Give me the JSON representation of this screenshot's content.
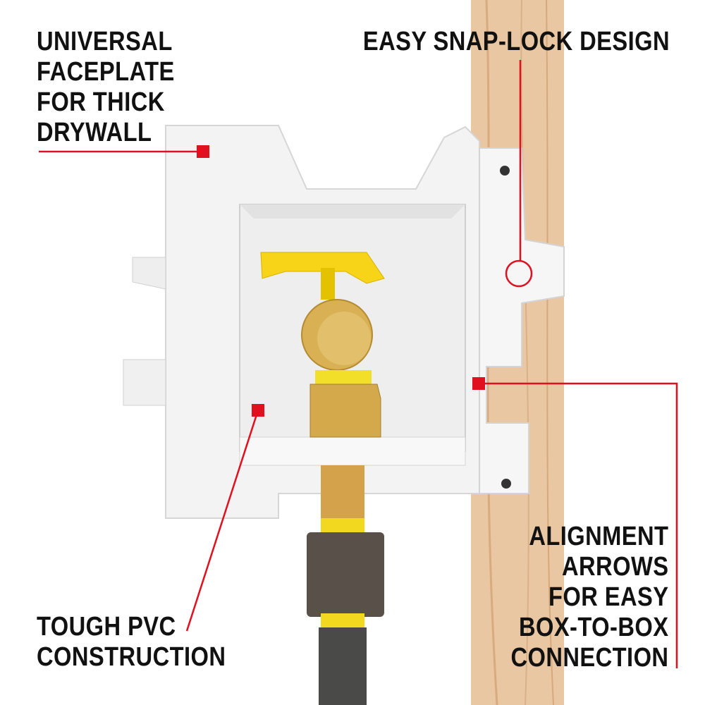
{
  "callouts": {
    "faceplate": {
      "lines": [
        "UNIVERSAL",
        "FACEPLATE",
        "FOR THICK",
        "DRYWALL"
      ]
    },
    "snap_lock": {
      "lines": [
        "EASY SNAP-LOCK DESIGN"
      ]
    },
    "alignment": {
      "lines": [
        "ALIGNMENT",
        "ARROWS",
        "FOR EASY",
        "BOX-TO-BOX",
        "CONNECTION"
      ]
    },
    "pvc": {
      "lines": [
        "TOUGH PVC",
        "CONSTRUCTION"
      ]
    }
  },
  "colors": {
    "accent_red": "#e0101f",
    "wood": "#e9c7a2",
    "valve_handle": "#f7d417",
    "brass": "#d9b054",
    "pipe_iron": "#4a4a48"
  }
}
